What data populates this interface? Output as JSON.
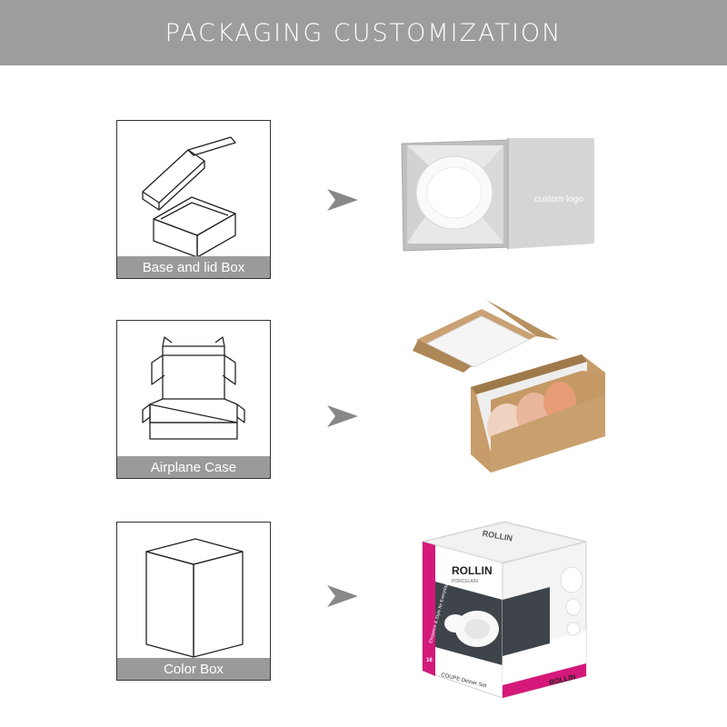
{
  "header": {
    "title": "PACKAGING CUSTOMIZATION"
  },
  "rows": [
    {
      "caption": "Base and lid Box",
      "sketch_icon": "base-lid-box-icon",
      "photo_icon": "gift-box-with-plate",
      "photo_text": "custom logo"
    },
    {
      "caption": "Airplane Case",
      "sketch_icon": "mailer-box-icon",
      "photo_icon": "kraft-box-with-bowls"
    },
    {
      "caption": "Color Box",
      "sketch_icon": "plain-box-icon",
      "photo_icon": "printed-dinner-set-box",
      "brand": "ROLLIN",
      "brand_sub": "PORCELAIN",
      "product": "COUPE Dinner Set",
      "pieces": "16",
      "side_text": "Elegance & Style for Everyday Living",
      "mirror_text": "ROLLIN"
    }
  ],
  "colors": {
    "header_bg": "#9d9d9d",
    "caption_bg": "#9a9a9a",
    "arrow": "#888888",
    "accent_magenta": "#d4197a"
  }
}
